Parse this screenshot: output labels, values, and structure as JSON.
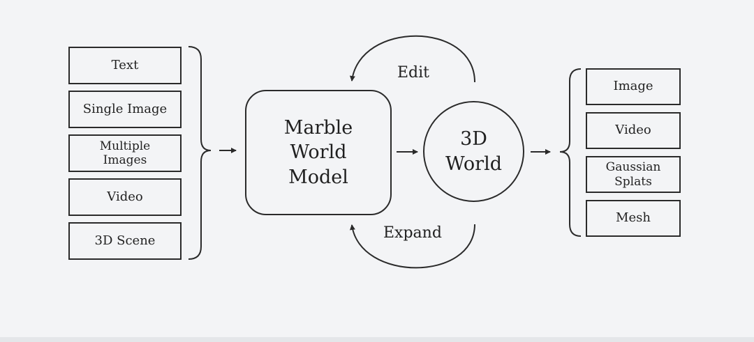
{
  "inputs": {
    "items": [
      {
        "label": "Text"
      },
      {
        "label": "Single Image"
      },
      {
        "label": "Multiple\nImages"
      },
      {
        "label": "Video"
      },
      {
        "label": "3D Scene"
      }
    ]
  },
  "model": {
    "label": "Marble\nWorld\nModel"
  },
  "world": {
    "label": "3D\nWorld"
  },
  "loops": {
    "edit_label": "Edit",
    "expand_label": "Expand"
  },
  "outputs": {
    "items": [
      {
        "label": "Image"
      },
      {
        "label": "Video"
      },
      {
        "label": "Gaussian\nSplats"
      },
      {
        "label": "Mesh"
      }
    ]
  },
  "colors": {
    "background": "#f3f4f6",
    "stroke": "#2a2a2a"
  }
}
